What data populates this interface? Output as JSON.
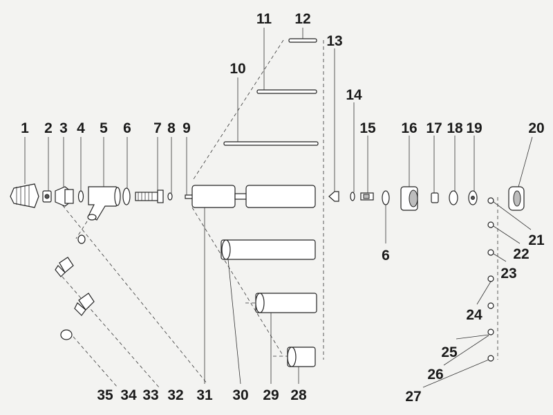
{
  "diagram": {
    "callouts": [
      "1",
      "2",
      "3",
      "4",
      "5",
      "6",
      "7",
      "8",
      "9",
      "10",
      "11",
      "12",
      "13",
      "14",
      "15",
      "16",
      "17",
      "18",
      "19",
      "20",
      "21",
      "22",
      "23",
      "24",
      "25",
      "26",
      "27",
      "28",
      "29",
      "30",
      "31",
      "32",
      "33",
      "34",
      "35",
      "6"
    ]
  }
}
